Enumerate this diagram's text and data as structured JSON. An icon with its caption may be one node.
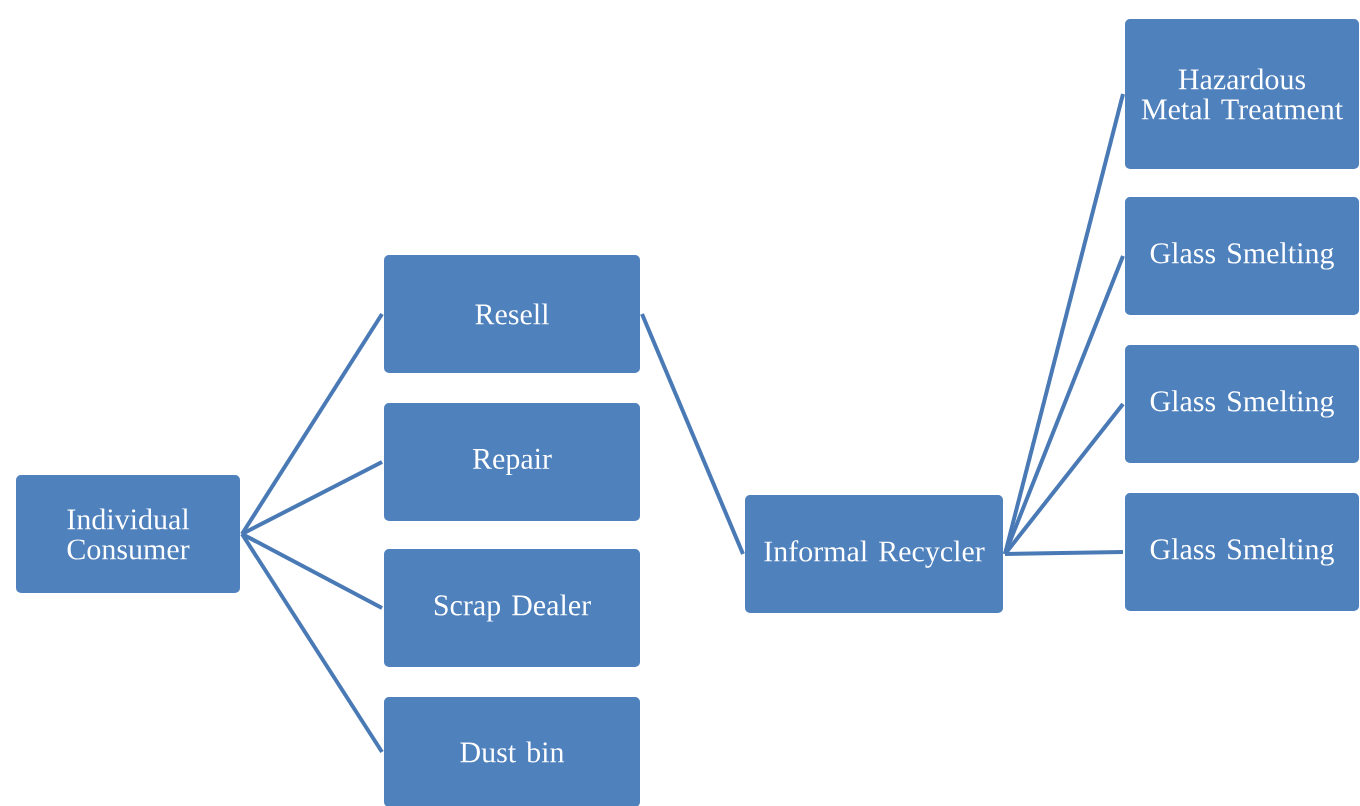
{
  "diagram": {
    "nodes": [
      {
        "text": [
          "Individual Consumer"
        ]
      },
      {
        "text": [
          "Resell"
        ]
      },
      {
        "text": [
          "Repair"
        ]
      },
      {
        "text": [
          "Scrap Dealer"
        ]
      },
      {
        "text": [
          "Dust bin"
        ]
      },
      {
        "text": [
          "Informal Recycler"
        ]
      },
      {
        "text": [
          "Hazardous Metal Treatment"
        ]
      },
      {
        "text": [
          "Glass Smelting"
        ]
      },
      {
        "text": [
          "Glass Smelting"
        ]
      },
      {
        "text": [
          "Glass Smelting"
        ]
      }
    ],
    "edges": [
      {
        "from": 0,
        "to": 1,
        "arrow": "none"
      },
      {
        "from": 0,
        "to": 2,
        "arrow": "none"
      },
      {
        "from": 0,
        "to": 3,
        "arrow": "none"
      },
      {
        "from": 0,
        "to": 4,
        "arrow": "none"
      },
      {
        "from": 1,
        "to": 5,
        "arrow": "none"
      },
      {
        "from": 5,
        "to": 6,
        "arrow": "none"
      },
      {
        "from": 5,
        "to": 7,
        "arrow": "none"
      },
      {
        "from": 5,
        "to": 8,
        "arrow": "none"
      },
      {
        "from": 5,
        "to": 9,
        "arrow": "none"
      }
    ]
  }
}
